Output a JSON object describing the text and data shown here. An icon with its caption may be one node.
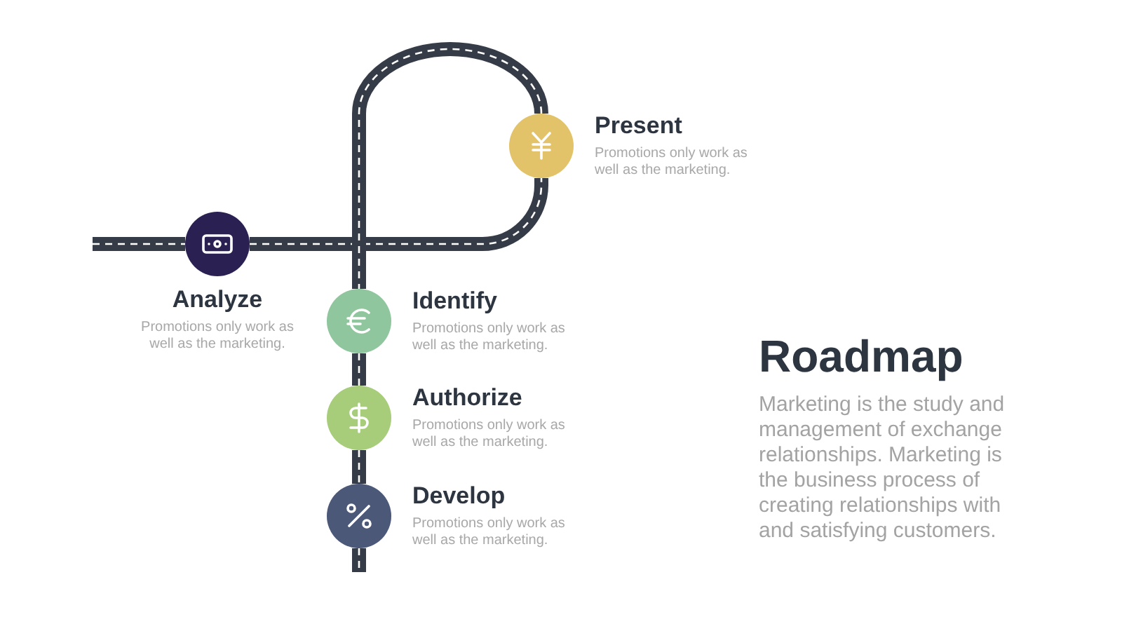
{
  "diagram": {
    "title": "Roadmap",
    "nodes": [
      {
        "text": [
          "Analyze",
          "Promotions only work as well as the marketing."
        ]
      },
      {
        "text": [
          "Present",
          "Promotions only work as well as the marketing."
        ]
      },
      {
        "text": [
          "Identify",
          "Promotions only work as well as the marketing."
        ]
      },
      {
        "text": [
          "Authorize",
          "Promotions only work as well as the marketing."
        ]
      },
      {
        "text": [
          "Develop",
          "Promotions only work as well as the marketing."
        ]
      }
    ],
    "edges": [
      {
        "from": null,
        "to": 0,
        "arrow": "none"
      },
      {
        "from": 0,
        "to": 1,
        "arrow": "none"
      },
      {
        "from": 1,
        "to": 2,
        "arrow": "none"
      },
      {
        "from": 2,
        "to": 3,
        "arrow": "none"
      },
      {
        "from": 3,
        "to": 4,
        "arrow": "none"
      },
      {
        "from": 4,
        "to": null,
        "arrow": "none"
      }
    ],
    "labels": [
      "Marketing is the study and management of exchange relationships. Marketing is the business process of creating relationships with and satisfying customers."
    ]
  }
}
